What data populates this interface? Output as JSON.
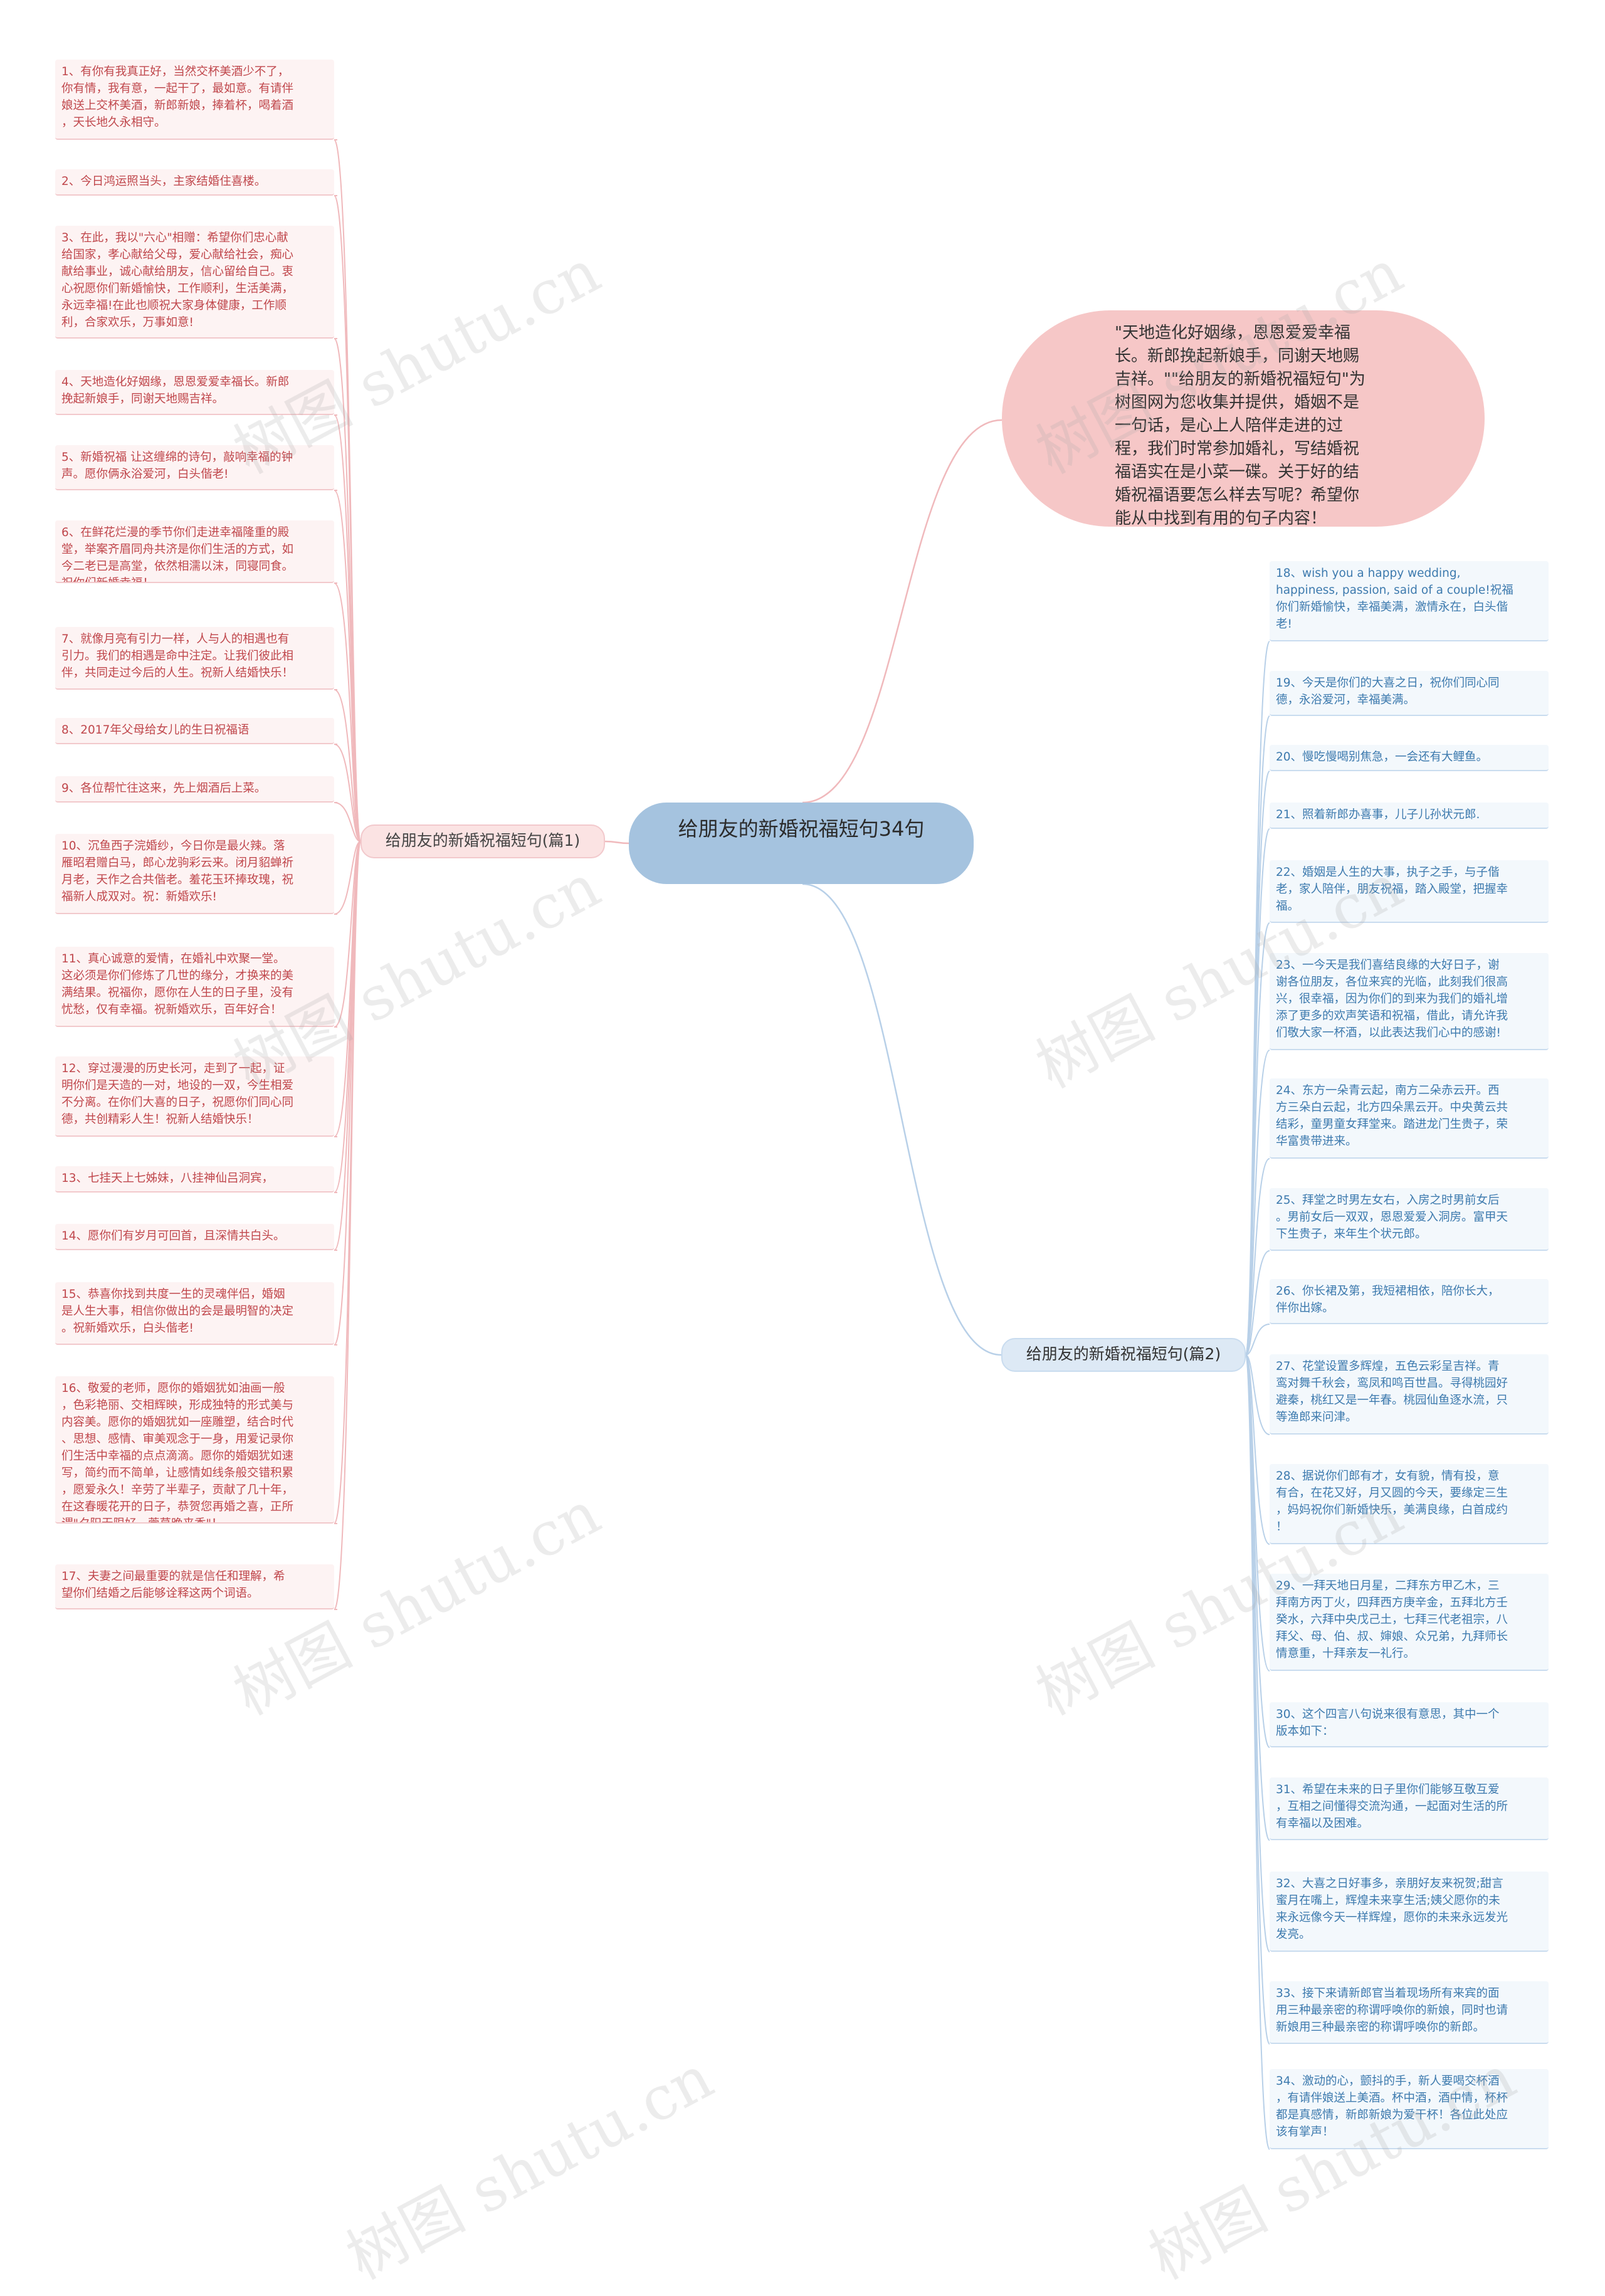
{
  "root": {
    "label": "给朋友的新婚祝福短句34句"
  },
  "intro": {
    "text": "\"天地造化好姻缘，恩恩爱爱幸福长。新郎挽起新娘手，同谢天地赐吉祥。\"\"给朋友的新婚祝福短句\"为树图网为您收集并提供，婚姻不是一句话，是心上人陪伴走进的过程，我们时常参加婚礼，写结婚祝福语实在是小菜一碟。关于好的结婚祝福语要怎么样去写呢？希望你能从中找到有用的句子内容！"
  },
  "branches": {
    "left": {
      "label": "给朋友的新婚祝福短句(篇1)"
    },
    "right": {
      "label": "给朋友的新婚祝福短句(篇2)"
    }
  },
  "leaves_left": [
    "1、有你有我真正好，当然交杯美酒少不了，\n你有情，我有意，一起干了，最如意。有请伴\n娘送上交杯美酒，新郎新娘，捧着杯，喝着酒\n，天长地久永相守。",
    "2、今日鸿运照当头，主家结婚住喜楼。",
    "3、在此，我以\"六心\"相赠：希望你们忠心献\n给国家，孝心献给父母，爱心献给社会，痴心\n献给事业，诚心献给朋友，信心留给自己。衷\n心祝愿你们新婚愉快，工作顺利，生活美满，\n永远幸福!在此也顺祝大家身体健康，工作顺\n利，合家欢乐，万事如意!",
    "4、天地造化好姻缘，恩恩爱爱幸福长。新郎\n挽起新娘手，同谢天地赐吉祥。",
    "5、新婚祝福 让这缠绵的诗句，敲响幸福的钟\n声。愿你俩永浴爱河，白头偕老!",
    "6、在鲜花烂漫的季节你们走进幸福隆重的殿\n堂，举案齐眉同舟共济是你们生活的方式，如\n今二老已是高堂，依然相濡以沫，同寝同食。\n祝你们新婚幸福！",
    "7、就像月亮有引力一样，人与人的相遇也有\n引力。我们的相遇是命中注定。让我们彼此相\n伴，共同走过今后的人生。祝新人结婚快乐！",
    "8、2017年父母给女儿的生日祝福语",
    "9、各位帮忙往这来，先上烟酒后上菜。",
    "10、沉鱼西子浣婚纱，今日你是最火辣。落\n雁昭君赠白马，郎心龙驹彩云来。闭月貂蝉祈\n月老，天作之合共偕老。羞花玉环捧玫瑰，祝\n福新人成双对。祝：新婚欢乐!",
    "11、真心诚意的爱情，在婚礼中欢聚一堂。\n这必须是你们修炼了几世的缘分，才换来的美\n满结果。祝福你，愿你在人生的日子里，没有\n忧愁，仅有幸福。祝新婚欢乐，百年好合！",
    "12、穿过漫漫的历史长河，走到了一起，证\n明你们是天造的一对，地设的一双，今生相爱\n不分离。在你们大喜的日子，祝愿你们同心同\n德，共创精彩人生！祝新人结婚快乐！",
    "13、七挂天上七姊妹，八挂神仙吕洞宾，",
    "14、愿你们有岁月可回首，且深情共白头。",
    "15、恭喜你找到共度一生的灵魂伴侣，婚姻\n是人生大事，相信你做出的会是最明智的决定\n。祝新婚欢乐，白头偕老!",
    "16、敬爱的老师，愿你的婚姻犹如油画一般\n，色彩艳丽、交相辉映，形成独特的形式美与\n内容美。愿你的婚姻犹如一座雕塑，结合时代\n、思想、感情、审美观念于一身，用爱记录你\n们生活中幸福的点点滴滴。愿你的婚姻犹如速\n写，简约而不简单，让感情如线条般交错积累\n，愿爱永久！辛劳了半辈子，贡献了几十年，\n在这春暖花开的日子，恭贺您再婚之喜，正所\n谓\"夕阳无限好，萱草晚来香\"！",
    "17、夫妻之间最重要的就是信任和理解，希\n望你们结婚之后能够诠释这两个词语。"
  ],
  "leaves_right": [
    "18、wish you a happy wedding,\nhappiness, passion, said of a couple!祝福\n你们新婚愉快，幸福美满，激情永在，白头偕\n老!",
    "19、今天是你们的大喜之日，祝你们同心同\n德，永浴爱河，幸福美满。",
    "20、慢吃慢喝别焦急，一会还有大鲤鱼。",
    "21、照着新郎办喜事，儿子儿孙状元郎.",
    "22、婚姻是人生的大事，执子之手，与子偕\n老，家人陪伴，朋友祝福，踏入殿堂，把握幸\n福。",
    "23、一今天是我们喜结良缘的大好日子，谢\n谢各位朋友，各位来宾的光临，此刻我们很高\n兴，很幸福，因为你们的到来为我们的婚礼增\n添了更多的欢声笑语和祝福，借此，请允许我\n们敬大家一杯酒，以此表达我们心中的感谢!",
    "24、东方一朵青云起，南方二朵赤云开。西\n方三朵白云起，北方四朵黑云开。中央黄云共\n结彩，童男童女拜堂来。踏进龙门生贵子，荣\n华富贵带进来。",
    "25、拜堂之时男左女右，入房之时男前女后\n。男前女后一双双，恩恩爱爱入洞房。富甲天\n下生贵子，来年生个状元郎。",
    "26、你长裙及第，我短裙相依，陪你长大，\n伴你出嫁。",
    "27、花堂设置多辉煌，五色云彩呈吉祥。青\n鸾对舞千秋会，鸾凤和鸣百世昌。寻得桃园好\n避秦，桃红又是一年春。桃园仙鱼逐水流，只\n等渔郎来问津。",
    "28、据说你们郎有才，女有貌，情有投，意\n有合，在花又好，月又圆的今天，要缘定三生\n，妈妈祝你们新婚快乐，美满良缘，白首成约\n！",
    "29、一拜天地日月星，二拜东方甲乙木，三\n拜南方丙丁火，四拜西方庚辛金，五拜北方壬\n癸水，六拜中央戊己土，七拜三代老祖宗，八\n拜父、母、伯、叔、婶娘、众兄弟，九拜师长\n情意重，十拜亲友一礼行。",
    "30、这个四言八句说来很有意思，其中一个\n版本如下：",
    "31、希望在未来的日子里你们能够互敬互爱\n，互相之间懂得交流沟通，一起面对生活的所\n有幸福以及困难。",
    "32、大喜之日好事多，亲朋好友来祝贺;甜言\n蜜月在嘴上，辉煌未来享生活;姨父愿你的未\n来永远像今天一样辉煌，愿你的未来永远发光\n发亮。",
    "33、接下来请新郎官当着现场所有来宾的面\n用三种最亲密的称谓呼唤你的新娘，同时也请\n新娘用三种最亲密的称谓呼唤你的新郎。",
    "34、激动的心，颤抖的手，新人要喝交杯酒\n，有请伴娘送上美酒。杯中酒，酒中情，杯杯\n都是真感情，新郎新娘为爱干杯！各位此处应\n该有掌声！"
  ],
  "watermark": "树图 shutu.cn",
  "colors": {
    "left_text": "#c0474c",
    "right_text": "#3d7aae",
    "left_link": "#f0b9bc",
    "right_link": "#b8d0e8",
    "root_fill": "#a5c3df",
    "intro_fill": "#f6c7c7"
  }
}
